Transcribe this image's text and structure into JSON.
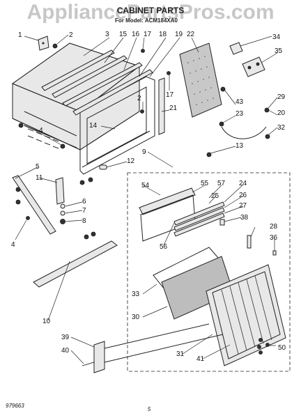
{
  "watermark": "AppliancePartsPros.com",
  "title": "CABINET PARTS",
  "subtitle": "For Model: ACM184XA0",
  "footer_left": "979663",
  "footer_page": "5",
  "callouts": [
    {
      "n": "1"
    },
    {
      "n": "2"
    },
    {
      "n": "3"
    },
    {
      "n": "15"
    },
    {
      "n": "16"
    },
    {
      "n": "17"
    },
    {
      "n": "18"
    },
    {
      "n": "19"
    },
    {
      "n": "22"
    },
    {
      "n": "34"
    },
    {
      "n": "35"
    },
    {
      "n": "2"
    },
    {
      "n": "17"
    },
    {
      "n": "43"
    },
    {
      "n": "29"
    },
    {
      "n": "21"
    },
    {
      "n": "23"
    },
    {
      "n": "20"
    },
    {
      "n": "4"
    },
    {
      "n": "14"
    },
    {
      "n": "32"
    },
    {
      "n": "13"
    },
    {
      "n": "9"
    },
    {
      "n": "12"
    },
    {
      "n": "5"
    },
    {
      "n": "11"
    },
    {
      "n": "54"
    },
    {
      "n": "55"
    },
    {
      "n": "57"
    },
    {
      "n": "24"
    },
    {
      "n": "25"
    },
    {
      "n": "26"
    },
    {
      "n": "6"
    },
    {
      "n": "27"
    },
    {
      "n": "7"
    },
    {
      "n": "8"
    },
    {
      "n": "38"
    },
    {
      "n": "4"
    },
    {
      "n": "56"
    },
    {
      "n": "28"
    },
    {
      "n": "36"
    },
    {
      "n": "33"
    },
    {
      "n": "10"
    },
    {
      "n": "30"
    },
    {
      "n": "39"
    },
    {
      "n": "50"
    },
    {
      "n": "40"
    },
    {
      "n": "31"
    },
    {
      "n": "41"
    }
  ]
}
